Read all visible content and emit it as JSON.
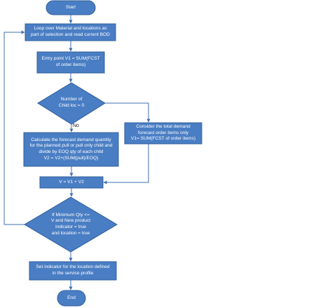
{
  "colors": {
    "shape_fill": "#4a7ec4",
    "shape_border": "#2f5d9a",
    "edge": "#3d6fb0",
    "text": "#ffffff"
  },
  "nodes": {
    "start": "Start",
    "loop": "Loop over Material and locations as\npart of selection and read current BOD",
    "entry": "Entry point V1 = SUM(FCST\nof order items)",
    "decision1": "Number of\nChild loc = 0",
    "calc": "Calculate the forecast demand quantity\nfor the planned pull or pull only child and\ndivide by EOQ qty of  each child\nV2 =  V2+(SUM(pull)/EOQ)",
    "consider": "Consider the total demand\nforecast order items only\nV1= SUM(FCST of order items)",
    "sum": "V = V1 + V2",
    "decision2": "If Minimum Qty <=\nV and New product\nindicator = true\nand location = true",
    "set_indicator": "Set indicator for the location defined\nin the service profile",
    "end": "End"
  },
  "edge_labels": {
    "no": "No"
  }
}
